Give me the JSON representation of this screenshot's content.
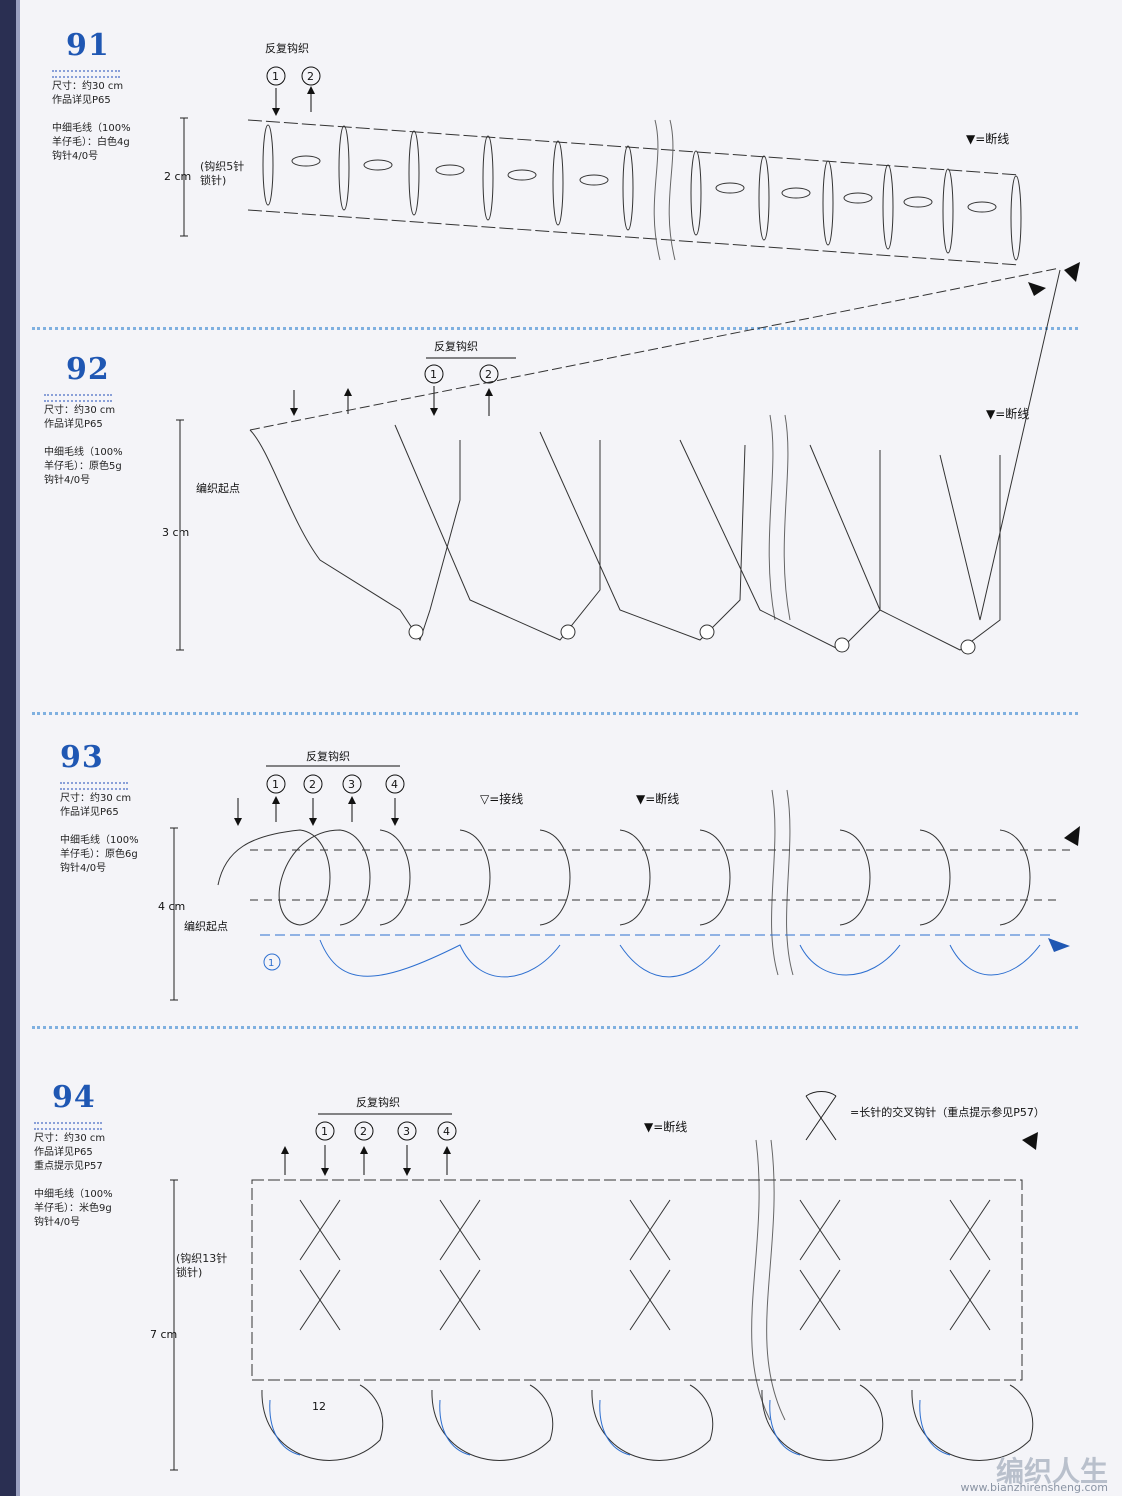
{
  "legend_break": "=断线",
  "legend_join": "=接线",
  "legend_cross": "=长针的交叉钩针（重点提示参见P57）",
  "repeat_label": "反复钩织",
  "start_label": "编织起点",
  "circled": [
    "①",
    "②",
    "③",
    "④"
  ],
  "patterns": [
    {
      "number": "91",
      "meta": "尺寸：约30 cm\n作品详见P65\n\n中细毛线（100%\n羊仔毛）：白色4g\n钩针4/0号",
      "height": "2 cm",
      "note": "(钩织5针\n锁针)"
    },
    {
      "number": "92",
      "meta": "尺寸：约30 cm\n作品详见P65\n\n中细毛线（100%\n羊仔毛）：原色5g\n钩针4/0号",
      "height": "3 cm"
    },
    {
      "number": "93",
      "meta": "尺寸：约30 cm\n作品详见P65\n\n中细毛线（100%\n羊仔毛）：原色6g\n钩针4/0号",
      "height": "4 cm"
    },
    {
      "number": "94",
      "meta": "尺寸：约30 cm\n作品详见P65\n重点提示见P57\n\n中细毛线（100%\n羊仔毛）：米色9g\n钩针4/0号",
      "height": "7 cm",
      "note": "(钩织13针\n锁针)",
      "count": "12"
    }
  ],
  "watermark": "编织人生",
  "watermark_url": "www.bianzhirensheng.com"
}
